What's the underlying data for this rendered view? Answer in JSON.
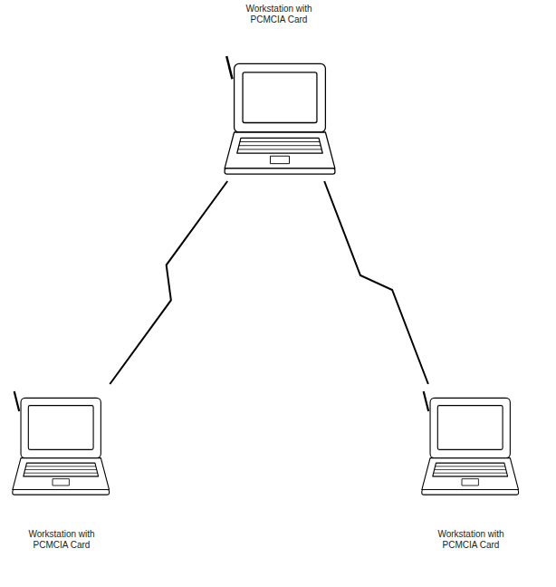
{
  "diagram": {
    "nodes": [
      {
        "text": [
          "Workstation with PCMCIA Card"
        ]
      },
      {
        "text": [
          "Workstation with PCMCIA Card"
        ]
      },
      {
        "text": [
          "Workstation with PCMCIA Card"
        ]
      }
    ],
    "edges": [
      {
        "from": 0,
        "to": 1,
        "arrow": "none"
      },
      {
        "from": 0,
        "to": 2,
        "arrow": "none"
      }
    ]
  }
}
